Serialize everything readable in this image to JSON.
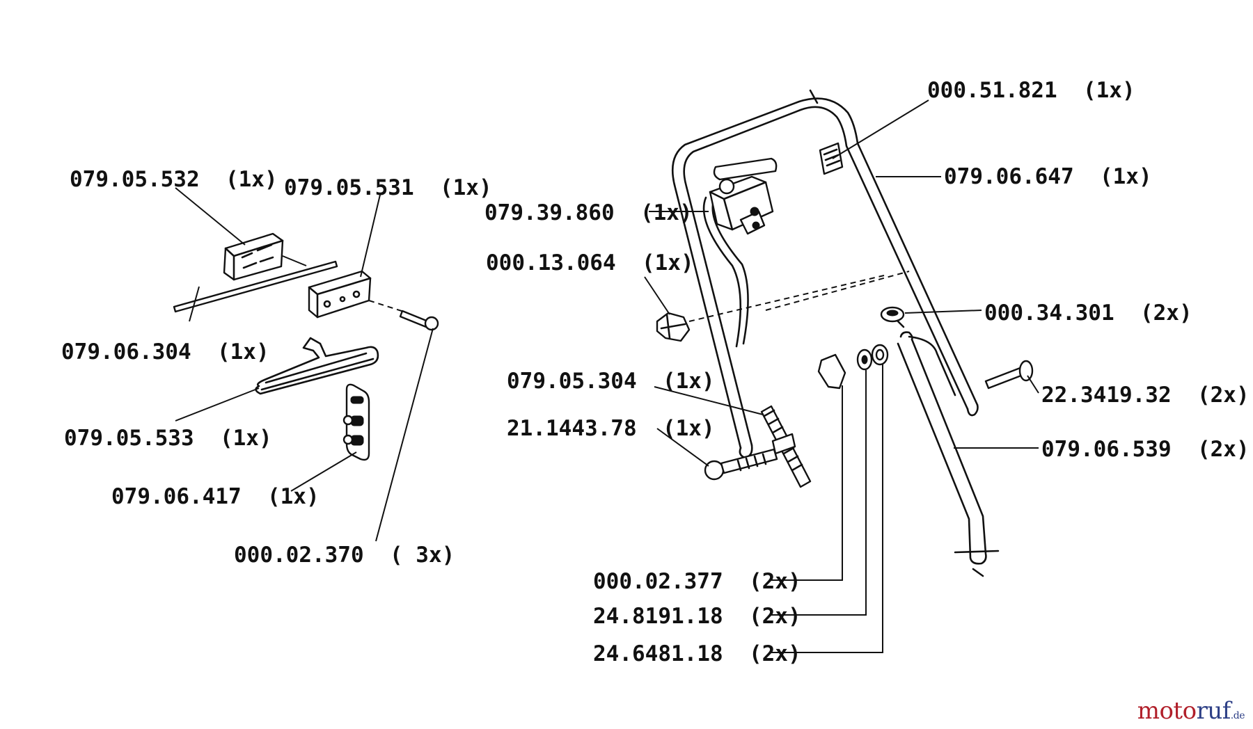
{
  "parts": [
    {
      "id": "p1",
      "number": "079.05.532",
      "qty": "(1x)"
    },
    {
      "id": "p2",
      "number": "079.05.531",
      "qty": "(1x)"
    },
    {
      "id": "p3",
      "number": "079.06.304",
      "qty": "(1x)"
    },
    {
      "id": "p4",
      "number": "079.05.533",
      "qty": "(1x)"
    },
    {
      "id": "p5",
      "number": "079.06.417",
      "qty": "(1x)"
    },
    {
      "id": "p6",
      "number": "000.02.370",
      "qty": "( 3x)"
    },
    {
      "id": "p7",
      "number": "000.51.821",
      "qty": "(1x)"
    },
    {
      "id": "p8",
      "number": "079.06.647",
      "qty": "(1x)"
    },
    {
      "id": "p9",
      "number": "079.39.860",
      "qty": "(1x)"
    },
    {
      "id": "p10",
      "number": "000.13.064",
      "qty": "(1x)"
    },
    {
      "id": "p11",
      "number": "000.34.301",
      "qty": "(2x)"
    },
    {
      "id": "p12",
      "number": "079.05.304",
      "qty": "(1x)"
    },
    {
      "id": "p13",
      "number": "22.3419.32",
      "qty": "(2x)"
    },
    {
      "id": "p14",
      "number": "21.1443.78",
      "qty": "(1x)"
    },
    {
      "id": "p15",
      "number": "079.06.539",
      "qty": "(2x)"
    },
    {
      "id": "p16",
      "number": "000.02.377",
      "qty": "(2x)"
    },
    {
      "id": "p17",
      "number": "24.8191.18",
      "qty": "(2x)"
    },
    {
      "id": "p18",
      "number": "24.6481.18",
      "qty": "(2x)"
    }
  ],
  "labels": {
    "p1": "079.05.532  (1x)",
    "p2": "079.05.531  (1x)",
    "p3": "079.06.304  (1x)",
    "p4": "079.05.533  (1x)",
    "p5": "079.06.417  (1x)",
    "p6": "000.02.370  ( 3x)",
    "p7": "000.51.821  (1x)",
    "p8": "079.06.647  (1x)",
    "p9": "079.39.860  (1x)",
    "p10": "000.13.064  (1x)",
    "p11": "000.34.301  (2x)",
    "p12": "079.05.304  (1x)",
    "p13": "22.3419.32  (2x)",
    "p14": "21.1443.78  (1x)",
    "p15": "079.06.539  (2x)",
    "p16": "000.02.377  (2x)",
    "p17": "24.8191.18  (2x)",
    "p18": "24.6481.18  (2x)"
  },
  "watermark": {
    "part1": "moto",
    "part2": "ruf",
    "tld": ".de"
  },
  "colors": {
    "line": "#111111",
    "watermark_red": "#b11f2a",
    "watermark_blue": "#2d3f86"
  }
}
